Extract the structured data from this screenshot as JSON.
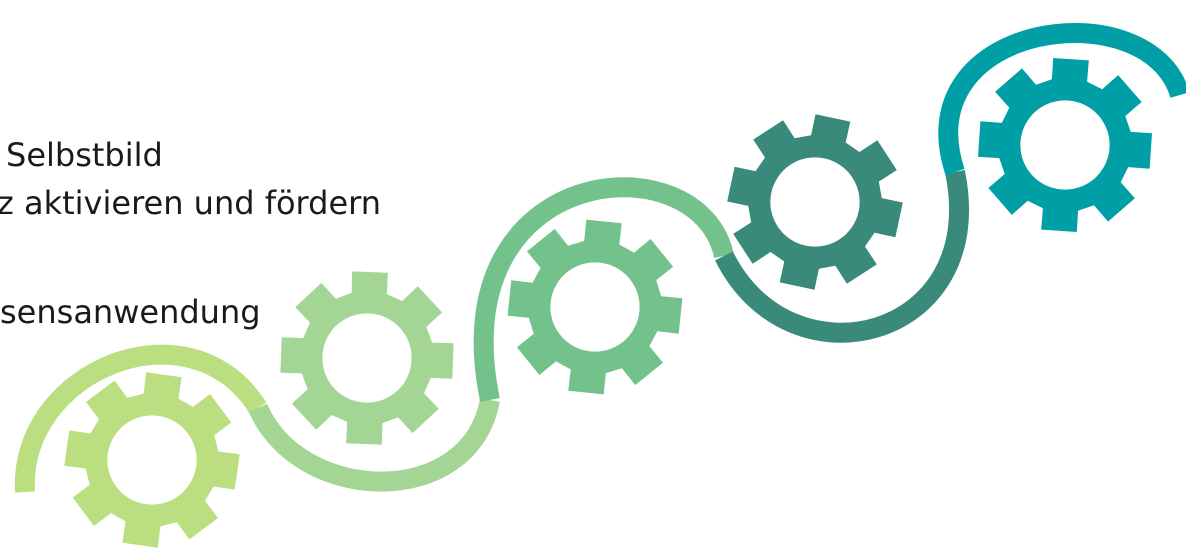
{
  "labels": [
    {
      "text": "Selbstbild"
    },
    {
      "text": "z aktivieren und fördern"
    },
    {
      "text": "sensanwendung"
    }
  ],
  "palette": {
    "gear_1": "#bade80",
    "gear_2": "#a3d594",
    "gear_3": "#73c28c",
    "gear_4": "#3a8a7c",
    "gear_5": "#009fa6",
    "text": "#1a1a1a"
  },
  "gears": [
    {
      "name": "gear-1",
      "color_key": "gear_1"
    },
    {
      "name": "gear-2",
      "color_key": "gear_2"
    },
    {
      "name": "gear-3",
      "color_key": "gear_3"
    },
    {
      "name": "gear-4",
      "color_key": "gear_4"
    },
    {
      "name": "gear-5",
      "color_key": "gear_5"
    }
  ]
}
